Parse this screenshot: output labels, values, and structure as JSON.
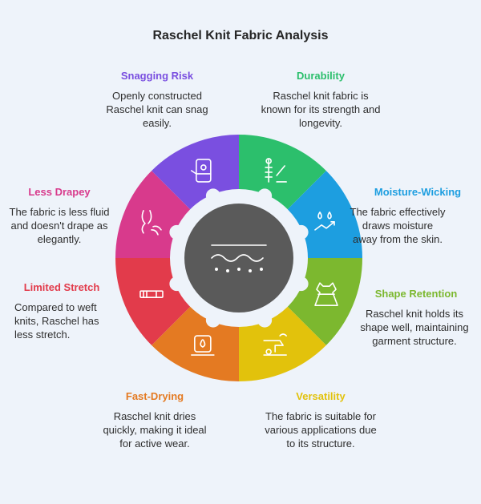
{
  "title": "Raschel Knit Fabric Analysis",
  "colors": {
    "background": "#eef3fa",
    "hub": "#5a5a5a"
  },
  "items": [
    {
      "label": "Durability",
      "description": "Raschel knit fabric is known for its strength and longevity.",
      "color": "#2cbf6c",
      "icon": "measurement-tool-icon"
    },
    {
      "label": "Moisture-Wicking",
      "description": "The fabric effectively draws moisture away from the skin.",
      "color": "#1d9ee0",
      "icon": "water-drops-icon"
    },
    {
      "label": "Shape Retention",
      "description": "Raschel knit holds its shape well, maintaining garment structure.",
      "color": "#7cb82f",
      "icon": "garment-form-icon"
    },
    {
      "label": "Versatility",
      "description": "The fabric is suitable for various applications due to its structure.",
      "color": "#e2c20c",
      "icon": "sewing-machine-icon"
    },
    {
      "label": "Fast-Drying",
      "description": "Raschel knit dries quickly, making it ideal for active wear.",
      "color": "#e47a22",
      "icon": "drying-towel-icon"
    },
    {
      "label": "Limited Stretch",
      "description": "Compared to weft knits, Raschel has less stretch.",
      "color": "#e23b4b",
      "icon": "stretch-band-icon"
    },
    {
      "label": "Less Drapey",
      "description": "The fabric is less fluid and doesn't drape as elegantly.",
      "color": "#d83a8c",
      "icon": "drape-fabric-icon"
    },
    {
      "label": "Snagging Risk",
      "description": "Openly constructed Raschel knit can snag easily.",
      "color": "#7a4fe0",
      "icon": "snagged-fabric-icon"
    }
  ],
  "hub_icon": "knit-fabric-icon"
}
